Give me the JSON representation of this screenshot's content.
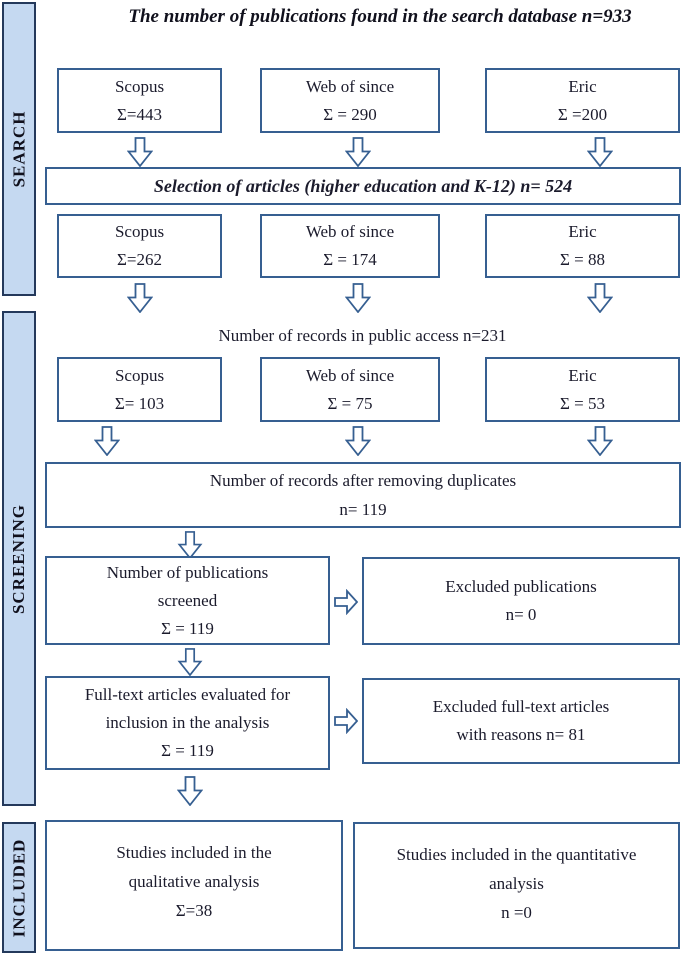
{
  "title": "The number of publications found in the search database n=933",
  "sidebar": {
    "search_label": "SEARCH",
    "screening_label": "SCREENING",
    "included_label": "INCLUDED"
  },
  "search": {
    "row1": [
      {
        "name": "Scopus",
        "count": "Σ=443"
      },
      {
        "name": "Web of since",
        "count": "Σ = 290"
      },
      {
        "name": "Eric",
        "count": "Σ =200"
      }
    ],
    "selection_banner": "Selection of articles (higher education and K-12) n= 524",
    "row2": [
      {
        "name": "Scopus",
        "count": "Σ=262"
      },
      {
        "name": "Web of since",
        "count": "Σ = 174"
      },
      {
        "name": "Eric",
        "count": "Σ = 88"
      }
    ]
  },
  "screening": {
    "public_access_note": "Number of records in public access n=231",
    "row3": [
      {
        "name": "Scopus",
        "count": "Σ= 103"
      },
      {
        "name": "Web of since",
        "count": "Σ = 75"
      },
      {
        "name": "Eric",
        "count": "Σ = 53"
      }
    ],
    "duplicates_box": {
      "line1": "Number of records after removing duplicates",
      "line2": "n= 119"
    },
    "screened_box": {
      "line1": "Number of publications",
      "line2": "screened",
      "line3": "Σ = 119"
    },
    "excluded_publications_box": {
      "line1": "Excluded publications",
      "line2": "n= 0"
    },
    "fulltext_box": {
      "line1": "Full-text articles evaluated for",
      "line2": "inclusion in the analysis",
      "line3": "Σ = 119"
    },
    "excluded_fulltext_box": {
      "line1": "Excluded full-text articles",
      "line2": "with reasons n= 81"
    }
  },
  "included": {
    "qualitative_box": {
      "line1": "Studies included in the",
      "line2": "qualitative analysis",
      "line3": "Σ=38"
    },
    "quantitative_box": {
      "line1": "Studies included in the quantitative",
      "line2": "analysis",
      "line3": "n =0"
    }
  },
  "icons": {
    "down_arrow": "down-arrow-icon",
    "right_arrow": "right-arrow-icon"
  },
  "colors": {
    "box_border": "#365f91",
    "sidebar_fill": "#c5d9f1",
    "sidebar_border": "#24395b",
    "text": "#1b1b2c"
  }
}
